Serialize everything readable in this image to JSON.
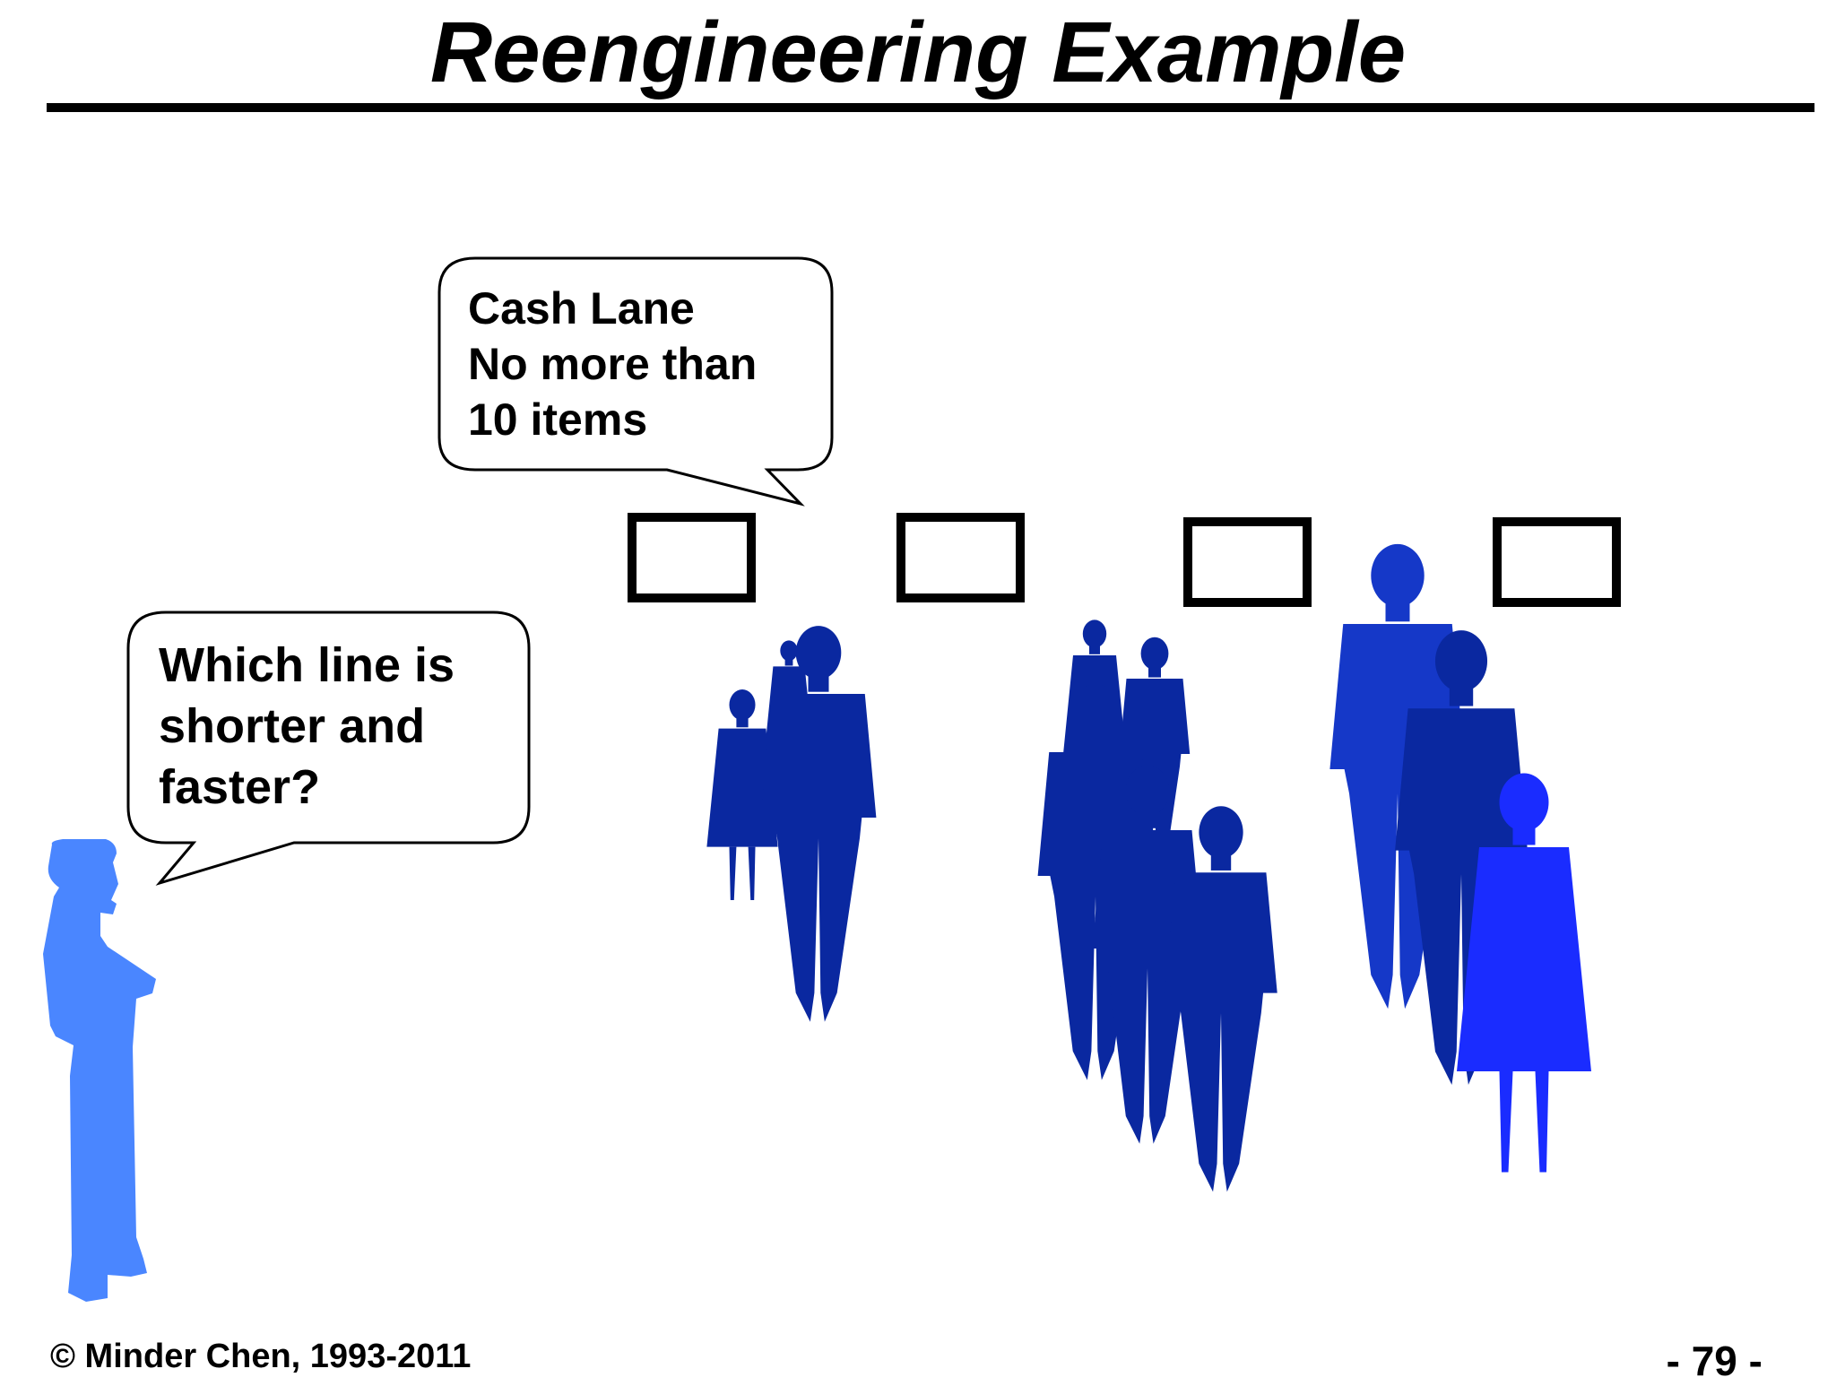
{
  "title": "Reengineering Example",
  "bubbles": {
    "cash_lane": {
      "lines": [
        "Cash Lane",
        "No more than",
        "10 items"
      ]
    },
    "question": {
      "lines": [
        "Which line is",
        "shorter and",
        "faster?"
      ]
    }
  },
  "footer": {
    "copyright": "© Minder Chen, 1993-2011",
    "page_number": "- 79 -"
  },
  "colors": {
    "customer": "#4a86ff",
    "queue_dark": "#0a28a0",
    "queue_mid": "#1538c8",
    "queue_bright": "#1a2cff",
    "ink": "#000000"
  },
  "icons": [
    "checkout-counter-icon",
    "person-silhouette-icon"
  ]
}
